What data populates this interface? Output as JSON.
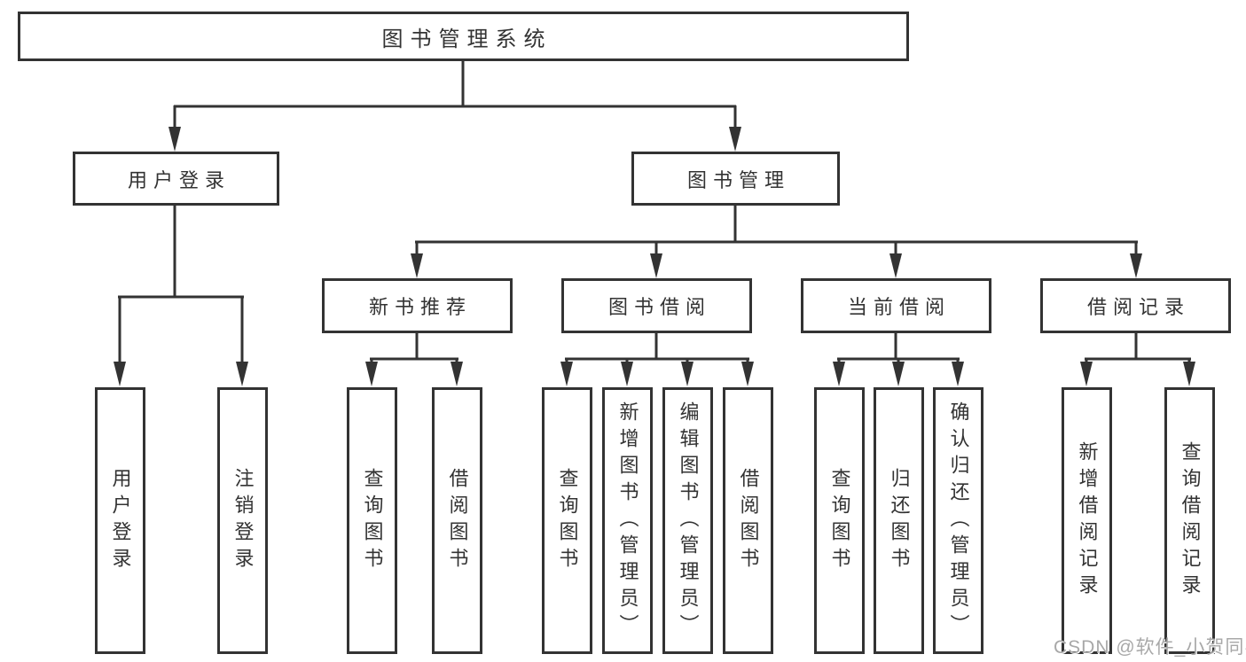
{
  "colors": {
    "line": "#333333",
    "box_border": "#333333",
    "text": "#333333",
    "watermark": "#a8a8a8",
    "background": "#ffffff"
  },
  "diagram": {
    "root": {
      "label": "图书管理系统"
    },
    "level2": [
      {
        "label": "用户登录"
      },
      {
        "label": "图书管理"
      }
    ],
    "level3": [
      {
        "label": "新书推荐"
      },
      {
        "label": "图书借阅"
      },
      {
        "label": "当前借阅"
      },
      {
        "label": "借阅记录"
      }
    ],
    "leaves": [
      {
        "label": "用户登录"
      },
      {
        "label": "注销登录"
      },
      {
        "label": "查询图书"
      },
      {
        "label": "借阅图书"
      },
      {
        "label": "查询图书"
      },
      {
        "label": "新增图书（管理员）"
      },
      {
        "label": "编辑图书（管理员）"
      },
      {
        "label": "借阅图书"
      },
      {
        "label": "查询图书"
      },
      {
        "label": "归还图书"
      },
      {
        "label": "确认归还（管理员）"
      },
      {
        "label": "新增借阅记录"
      },
      {
        "label": "查询借阅记录"
      }
    ]
  },
  "watermark": {
    "text": "CSDN @软件_小贺同学"
  }
}
